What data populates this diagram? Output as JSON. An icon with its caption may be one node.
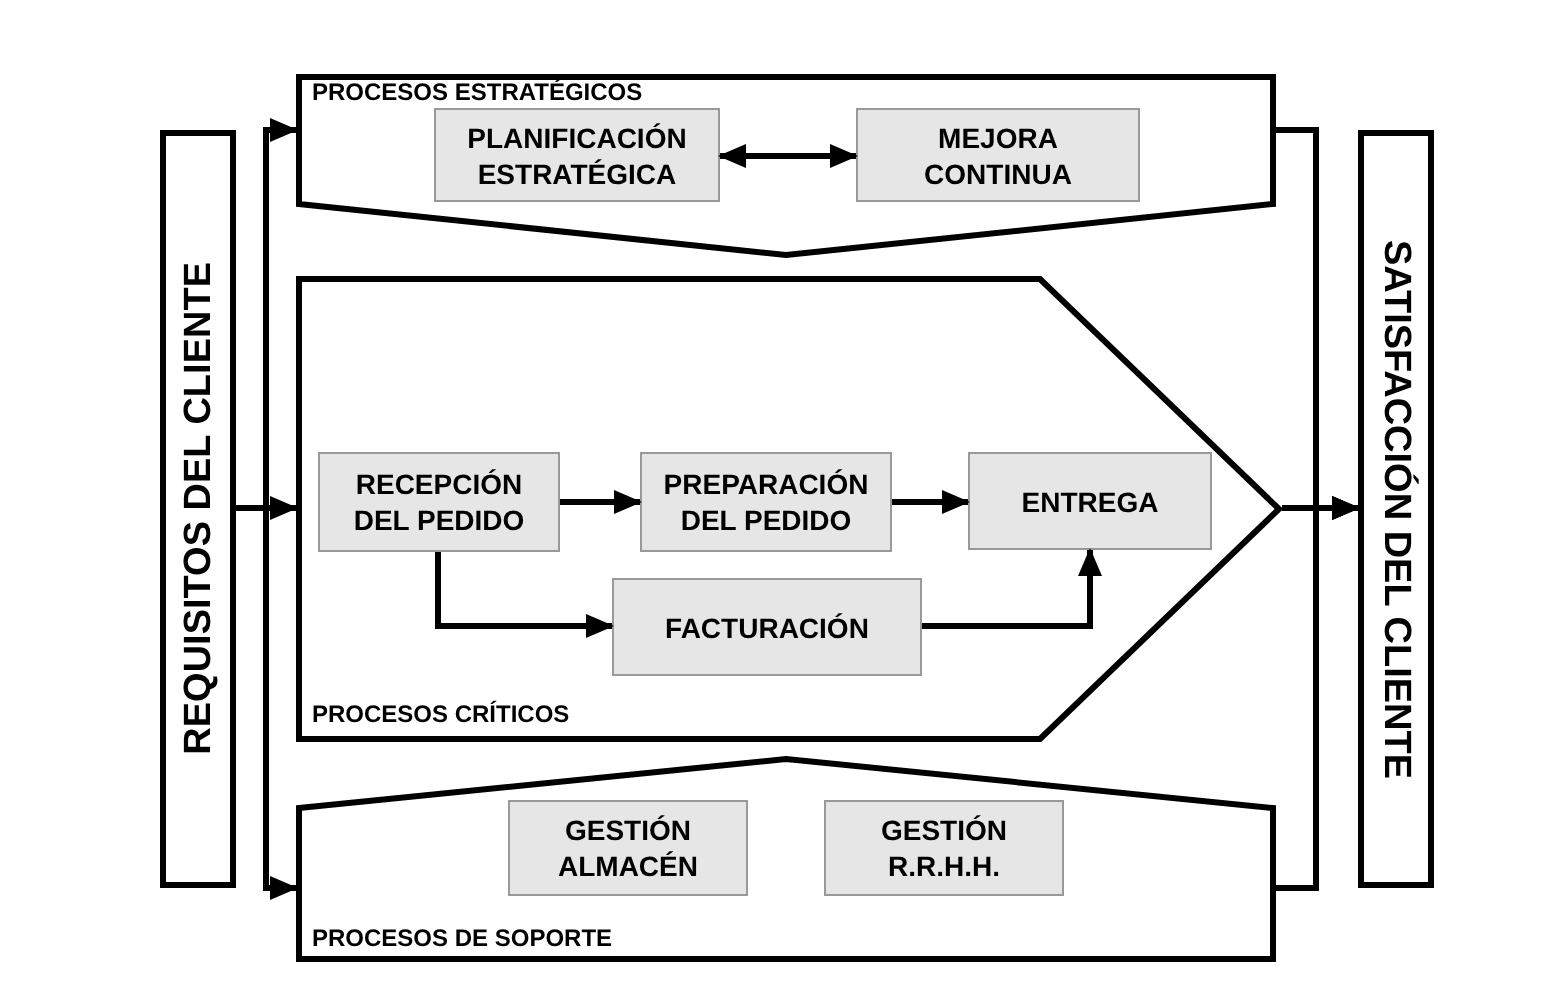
{
  "diagram": {
    "nodes": [
      {
        "text": [
          "REQUISITOS DEL CLIENTE"
        ]
      },
      {
        "text": [
          "PROCESOS ESTRATÉGICOS"
        ]
      },
      {
        "text": [
          "PLANIFICACIÓN ESTRATÉGICA"
        ],
        "in": 1
      },
      {
        "text": [
          "MEJORA CONTINUA"
        ],
        "in": 1
      },
      {
        "text": [
          "PROCESOS CRÍTICOS"
        ]
      },
      {
        "text": [
          "RECEPCIÓN DEL PEDIDO"
        ],
        "in": 4
      },
      {
        "text": [
          "PREPARACIÓN DEL PEDIDO"
        ],
        "in": 4
      },
      {
        "text": [
          "ENTREGA"
        ],
        "in": 4
      },
      {
        "text": [
          "FACTURACIÓN"
        ],
        "in": 4
      },
      {
        "text": [
          "PROCESOS DE SOPORTE"
        ]
      },
      {
        "text": [
          "GESTIÓN ALMACÉN"
        ],
        "in": 9
      },
      {
        "text": [
          "GESTIÓN R.R.H.H."
        ],
        "in": 9
      },
      {
        "text": [
          "SATISFACCIÓN DEL CLIENTE"
        ]
      }
    ],
    "edges": [
      {
        "from": 0,
        "to": 1,
        "arrow": "to"
      },
      {
        "from": 0,
        "to": 4,
        "arrow": "to"
      },
      {
        "from": 0,
        "to": 9,
        "arrow": "to"
      },
      {
        "from": 2,
        "to": 3,
        "arrow": "both"
      },
      {
        "from": 5,
        "to": 6,
        "arrow": "to"
      },
      {
        "from": 6,
        "to": 7,
        "arrow": "to"
      },
      {
        "from": 5,
        "to": 8,
        "arrow": "to"
      },
      {
        "from": 8,
        "to": 7,
        "arrow": "to"
      },
      {
        "from": 1,
        "to": 12,
        "arrow": "to"
      },
      {
        "from": 4,
        "to": 12,
        "arrow": "to"
      },
      {
        "from": 9,
        "to": 12,
        "arrow": "to"
      }
    ]
  }
}
